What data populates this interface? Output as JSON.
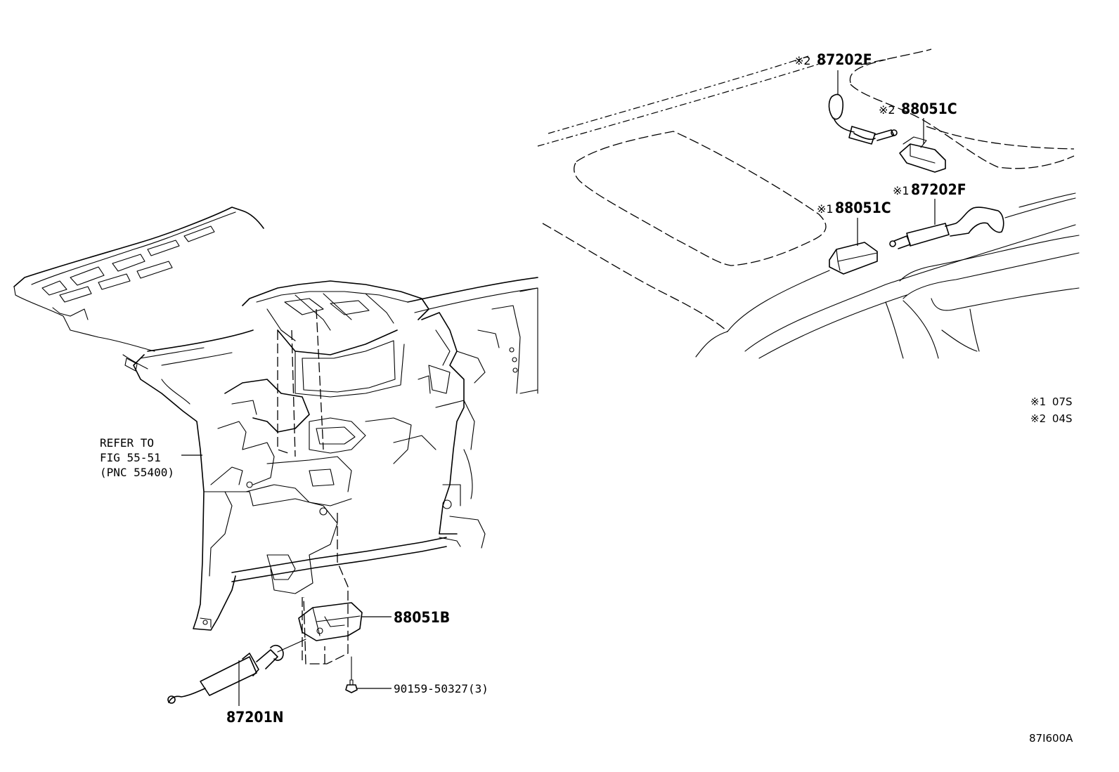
{
  "callouts": {
    "p87202F_top": {
      "mark": "※2",
      "number": "87202F"
    },
    "p88051C_top": {
      "mark": "※2",
      "number": "88051C"
    },
    "p88051C_mid": {
      "mark": "※1",
      "number": "88051C"
    },
    "p87202F_mid": {
      "mark": "※1",
      "number": "87202F"
    },
    "p88051B": {
      "number": "88051B"
    },
    "p90159": {
      "number": "90159-50327(3)"
    },
    "p87201N": {
      "number": "87201N"
    }
  },
  "refer_note": {
    "line1": "REFER TO",
    "line2": "FIG 55-51",
    "line3": "(PNC 55400)"
  },
  "legend": [
    {
      "mark": "※1",
      "code": "07S"
    },
    {
      "mark": "※2",
      "code": "04S"
    }
  ],
  "figure_id": "87I600A"
}
